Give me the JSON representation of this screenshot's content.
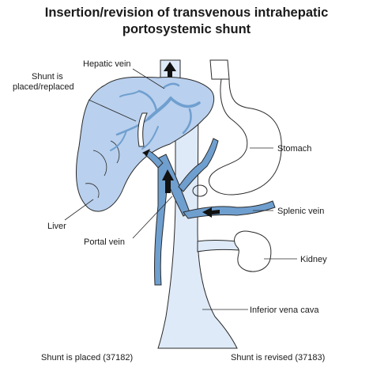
{
  "title": {
    "line1": "Insertion/revision of transvenous intrahepatic",
    "line2": "portosystemic shunt"
  },
  "labels": {
    "hepatic_vein": "Hepatic vein",
    "shunt_line1": "Shunt is",
    "shunt_line2": "placed/replaced",
    "stomach": "Stomach",
    "liver": "Liver",
    "splenic_vein": "Splenic vein",
    "portal_vein": "Portal vein",
    "kidney": "Kidney",
    "ivc": "Inferior vena cava"
  },
  "footer": {
    "left": "Shunt is placed (37182)",
    "right": "Shunt is revised (37183)"
  },
  "colors": {
    "liver_fill": "#b9d0ee",
    "vessel_fill": "#6f9fcf",
    "ivc_fill": "#deeaf8",
    "outline": "#2a2a2a"
  }
}
